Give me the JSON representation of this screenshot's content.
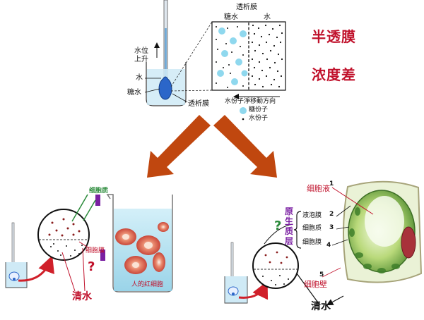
{
  "top": {
    "membrane_top": "透析膜",
    "sugar_water_col": "糖水",
    "water_col": "水",
    "water_rise": [
      "水位",
      "上升"
    ],
    "water": "水",
    "sugar_water": "糖水",
    "membrane_side": "透析膜",
    "net_flow": "水份子淨移動方向",
    "legend": [
      "糖份子",
      "水份子"
    ]
  },
  "concepts": [
    "半透膜",
    "浓度差"
  ],
  "left_panel": {
    "cytoplasm": "细胞质",
    "cell_membrane": "细胞膜",
    "red_blood_cell": "人的红细胞",
    "clean_water": "清水",
    "question": "?"
  },
  "right_panel": {
    "cell_sap": "细胞液",
    "protoplast": [
      "原",
      "生",
      "质",
      "层"
    ],
    "vacuole_membrane": "液泡膜",
    "cytoplasm": "细胞质",
    "cell_membrane": "细胞膜",
    "cell_wall": "细胞壁",
    "clean_water": "清水",
    "question": "?",
    "numbers": [
      "1",
      "2",
      "3",
      "4",
      "5"
    ]
  },
  "colors": {
    "arrow": "#c0470f",
    "accent_red": "#c0112b",
    "purple": "#7a1fa2",
    "sugar_particle": "#8fd8ee",
    "water_blue": "#a9dcf0"
  }
}
